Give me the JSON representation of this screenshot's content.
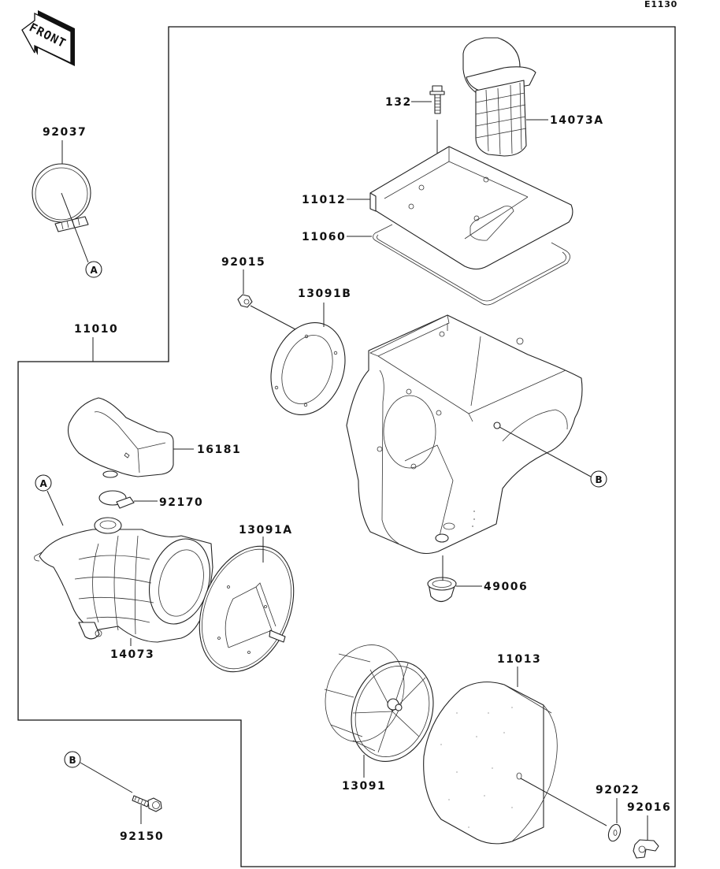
{
  "diagram": {
    "code": "E1130",
    "front_label": "FRONT",
    "assembly_number": "11010",
    "parts": [
      {
        "id": "p132",
        "label": "132",
        "name": "Bolt"
      },
      {
        "id": "p14073A",
        "label": "14073A",
        "name": "Duct (intake snorkel)"
      },
      {
        "id": "p11012",
        "label": "11012",
        "name": "Cover (air cleaner)"
      },
      {
        "id": "p11060",
        "label": "11060",
        "name": "Gasket"
      },
      {
        "id": "p92015",
        "label": "92015",
        "name": "Nut"
      },
      {
        "id": "p13091B",
        "label": "13091B",
        "name": "Plate"
      },
      {
        "id": "p92037",
        "label": "92037",
        "name": "Clamp"
      },
      {
        "id": "p11010",
        "label": "11010",
        "name": "Case (air cleaner)"
      },
      {
        "id": "p16181",
        "label": "16181",
        "name": "Cap / resonator"
      },
      {
        "id": "p92170",
        "label": "92170",
        "name": "Clamp"
      },
      {
        "id": "p13091A",
        "label": "13091A",
        "name": "Holder"
      },
      {
        "id": "p14073",
        "label": "14073",
        "name": "Duct (intake)"
      },
      {
        "id": "p49006",
        "label": "49006",
        "name": "Drain cap"
      },
      {
        "id": "p11013",
        "label": "11013",
        "name": "Element (air filter)"
      },
      {
        "id": "p13091",
        "label": "13091",
        "name": "Holder (element cage)"
      },
      {
        "id": "p92022",
        "label": "92022",
        "name": "Washer"
      },
      {
        "id": "p92016",
        "label": "92016",
        "name": "Wing nut"
      },
      {
        "id": "p92150",
        "label": "92150",
        "name": "Bolt"
      }
    ],
    "references": [
      {
        "id": "refA1",
        "letter": "A"
      },
      {
        "id": "refA2",
        "letter": "A"
      },
      {
        "id": "refB1",
        "letter": "B"
      },
      {
        "id": "refB2",
        "letter": "B"
      }
    ]
  }
}
